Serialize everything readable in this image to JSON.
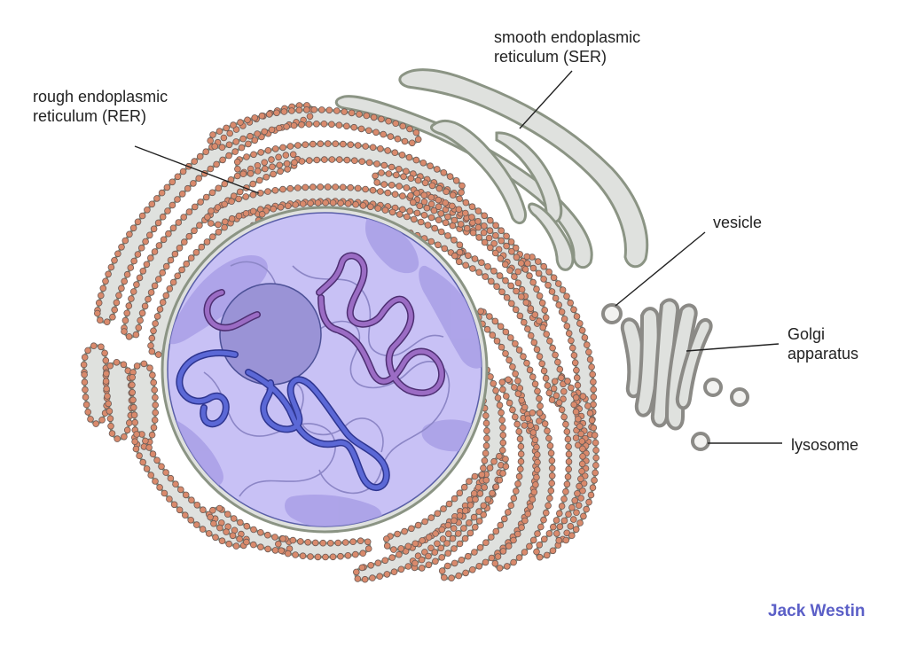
{
  "labels": {
    "ser_line1": "smooth endoplasmic",
    "ser_line2": "reticulum (SER)",
    "rer_line1": "rough endoplasmic",
    "rer_line2": "reticulum (RER)",
    "vesicle": "vesicle",
    "golgi_line1": "Golgi",
    "golgi_line2": "apparatus",
    "lysosome": "lysosome"
  },
  "brand": {
    "text": "Jack Westin",
    "color": "#5b5fc7"
  },
  "colors": {
    "membrane_fill": "#dfe1de",
    "membrane_stroke": "#8b9484",
    "ribosome": "#d98a6c",
    "nucleus_fill": "#c8c1f5",
    "nucleus_dark": "#a99fe6",
    "nucleolus": "#9a93d6",
    "chromatin_purple": "#9b6cc4",
    "chromatin_blue": "#5b68d6",
    "leader_line": "#222222"
  }
}
